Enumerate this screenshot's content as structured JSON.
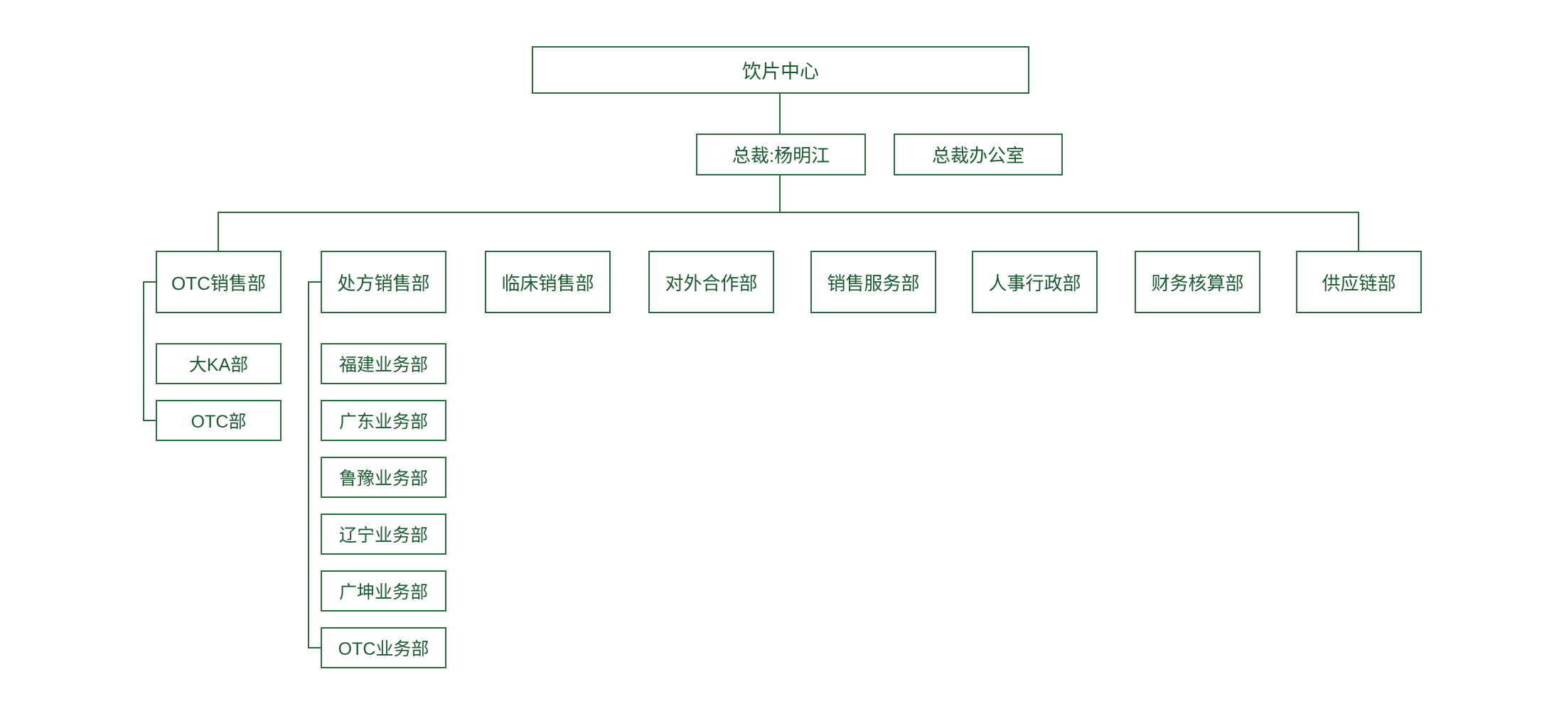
{
  "colors": {
    "line_green": "#2d6b3f",
    "text_green": "#1a5c2e",
    "background": "#ffffff"
  },
  "org_chart": {
    "root": {
      "label": "饮片中心"
    },
    "president": {
      "label": "总裁:杨明江"
    },
    "president_office": {
      "label": "总裁办公室"
    },
    "departments": [
      {
        "label": "OTC销售部",
        "children": [
          {
            "label": "大KA部"
          },
          {
            "label": "OTC部"
          }
        ]
      },
      {
        "label": "处方销售部",
        "children": [
          {
            "label": "福建业务部"
          },
          {
            "label": "广东业务部"
          },
          {
            "label": "鲁豫业务部"
          },
          {
            "label": "辽宁业务部"
          },
          {
            "label": "广坤业务部"
          },
          {
            "label": "OTC业务部"
          }
        ]
      },
      {
        "label": "临床销售部",
        "children": []
      },
      {
        "label": "对外合作部",
        "children": []
      },
      {
        "label": "销售服务部",
        "children": []
      },
      {
        "label": "人事行政部",
        "children": []
      },
      {
        "label": "财务核算部",
        "children": []
      },
      {
        "label": "供应链部",
        "children": []
      }
    ]
  }
}
